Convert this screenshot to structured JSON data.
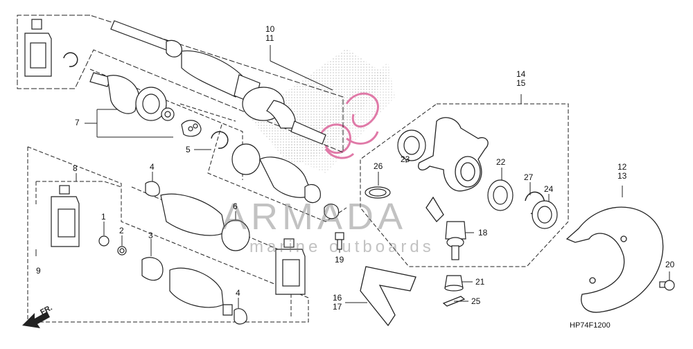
{
  "callouts": {
    "c10_11": [
      "10",
      "11"
    ],
    "c7": "7",
    "c5": "5",
    "c8": "8",
    "c9": "9",
    "c4a": "4",
    "c4b": "4",
    "c1": "1",
    "c2": "2",
    "c3": "3",
    "c6": "6",
    "c26": "26",
    "c23": "23",
    "c14_15": [
      "14",
      "15"
    ],
    "c22": "22",
    "c27": "27",
    "c24": "24",
    "c18": "18",
    "c19": "19",
    "c16_17": [
      "16",
      "17"
    ],
    "c21": "21",
    "c25": "25",
    "c12_13": [
      "12",
      "13"
    ],
    "c20": "20"
  },
  "diagram_code": "HP74F1200",
  "direction_label": "FR.",
  "watermark": {
    "brand": "ARMADA",
    "tagline": "marine outboards"
  },
  "colors": {
    "line": "#222222",
    "logo_pink": "#e07aa8",
    "hatch": "#cfcfcf"
  }
}
